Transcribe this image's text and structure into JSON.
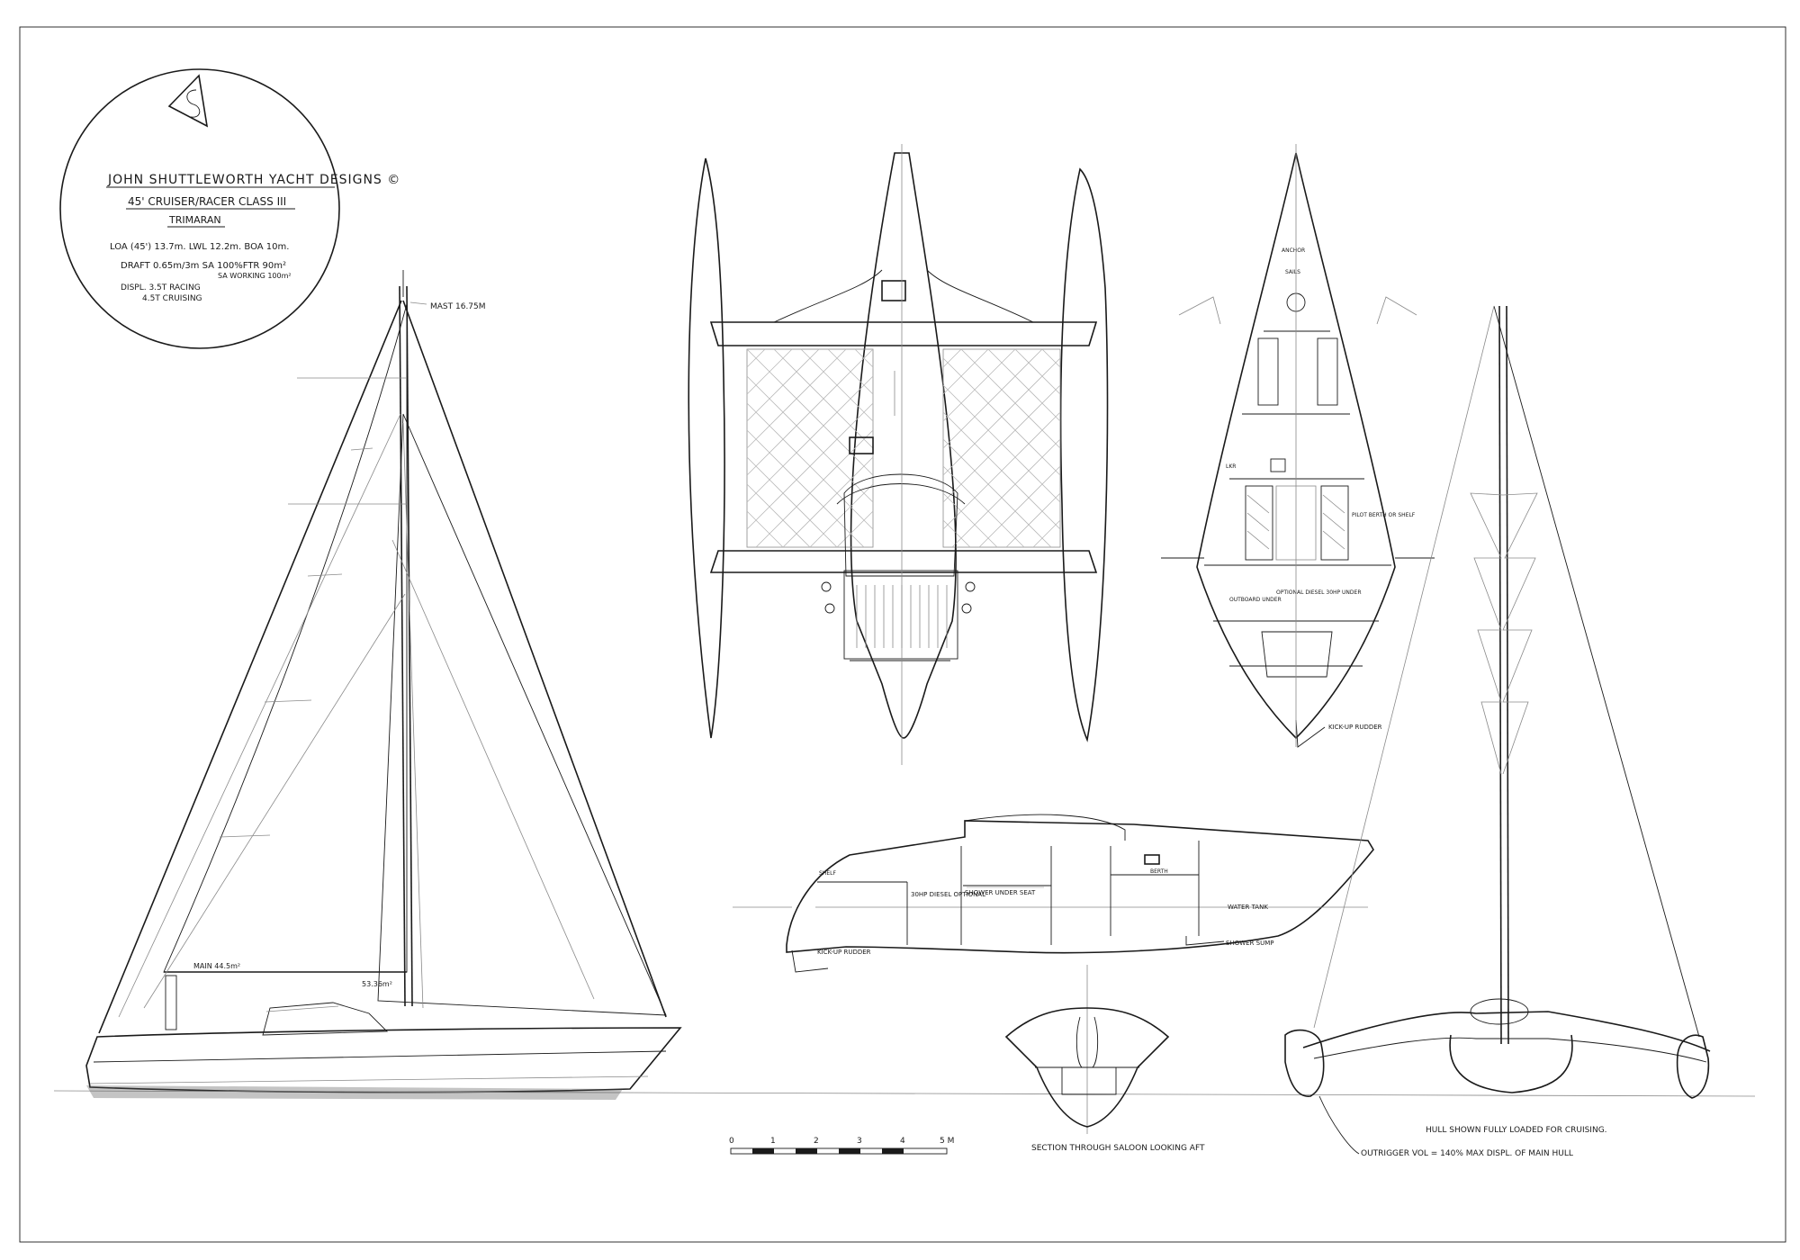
{
  "title_block": {
    "designer": "JOHN SHUTTLEWORTH YACHT DESIGNS ©",
    "design": "45' CRUISER/RACER CLASS III",
    "type": "TRIMARAN",
    "line1": "LOA (45') 13.7m.  LWL 12.2m.  BOA 10m.",
    "line2": "DRAFT 0.65m/3m   SA 100%FTR 90m²",
    "line3": "SA WORKING 100m²",
    "line4": "DISPL. 3.5T RACING",
    "line5": "4.5T CRUISING"
  },
  "sail_plan": {
    "mast_label": "MAST 16.75M",
    "main_label": "MAIN 44.5m²",
    "jib_label": "53.36m²"
  },
  "accommodation_labels": {
    "anchor": "ANCHOR",
    "sails": "SAILS",
    "lockers": "LKR",
    "pilot_berth": "PILOT BERTH OR SHELF",
    "diesel": "OPTIONAL DIESEL 30HP UNDER",
    "kick_up_rudder_plan": "KICK-UP RUDDER",
    "outboard": "OUTBOARD UNDER",
    "shelf": "SHELF",
    "diesel_section": "30HP DIESEL OPTIONAL",
    "shower": "SHOWER UNDER SEAT",
    "kick_up_rudder_profile": "KICK-UP RUDDER",
    "shower_sump": "SHOWER SUMP",
    "water_tank": "WATER TANK",
    "berth": "BERTH"
  },
  "section": {
    "caption": "SECTION THROUGH SALOON LOOKING AFT"
  },
  "scale_bar": {
    "ticks": [
      "0",
      "1",
      "2",
      "3",
      "4",
      "5 M"
    ]
  },
  "end_view": {
    "note": "HULL SHOWN FULLY LOADED FOR CRUISING.",
    "outrigger": "OUTRIGGER VOL = 140% MAX DISPL. OF MAIN HULL"
  }
}
